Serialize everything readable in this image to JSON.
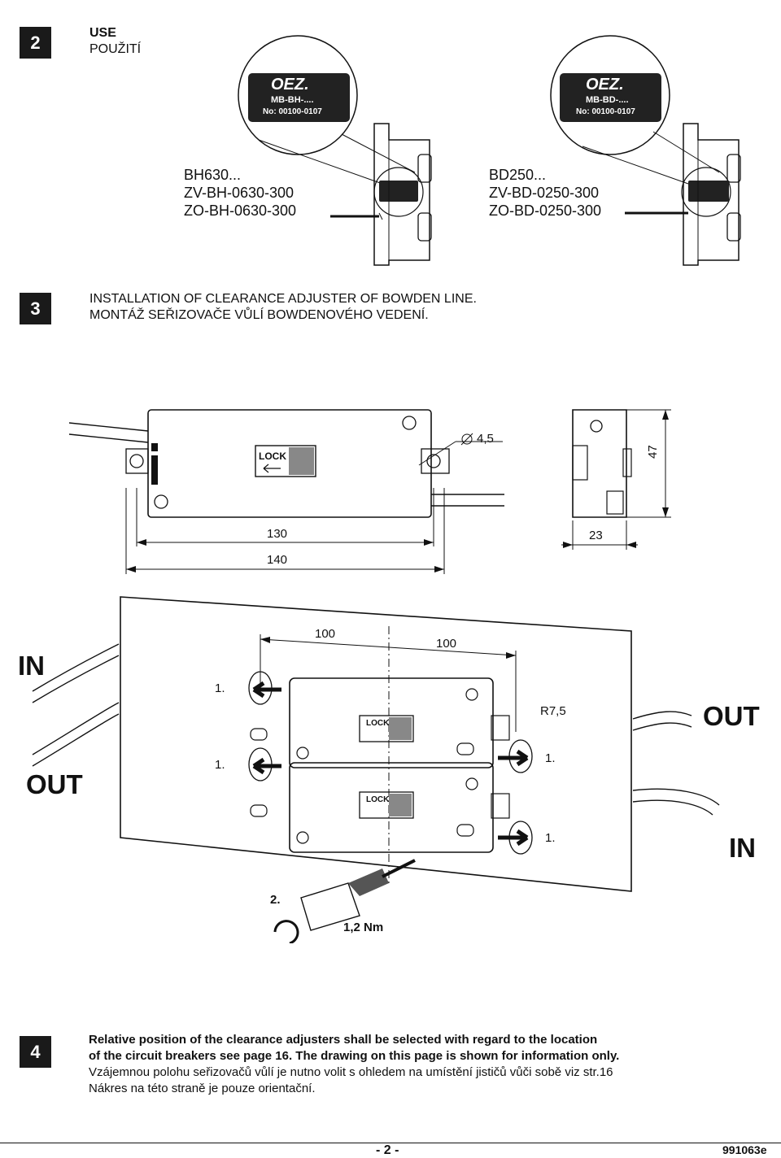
{
  "sections": {
    "s2": {
      "number": "2",
      "title_en": "USE",
      "title_cz": "POUŽITÍ",
      "left_models": [
        "BH630...",
        "ZV-BH-0630-300",
        "ZO-BH-0630-300"
      ],
      "right_models": [
        "BD250...",
        "ZV-BD-0250-300",
        "ZO-BD-0250-300"
      ],
      "label_left": {
        "brand": "OEZ.",
        "model": "MB-BH-....",
        "serial": "No: 00100-0107"
      },
      "label_right": {
        "brand": "OEZ.",
        "model": "MB-BD-....",
        "serial": "No: 00100-0107"
      }
    },
    "s3": {
      "number": "3",
      "title_en": "INSTALLATION OF CLEARANCE ADJUSTER OF BOWDEN LINE.",
      "title_cz": "MONTÁŽ SEŘIZOVAČE VŮLÍ BOWDENOVÉHO VEDENÍ.",
      "lock_text": "LOCK",
      "dims": {
        "d_hole": "4,5",
        "w130": "130",
        "w140": "140",
        "h47": "47",
        "d23": "23",
        "d100a": "100",
        "d100b": "100",
        "r75": "R7,5"
      },
      "step1": "1.",
      "step2": "2.",
      "torque": "1,2 Nm",
      "in_label": "IN",
      "out_label": "OUT"
    },
    "s4": {
      "number": "4",
      "line1": "Relative position of the clearance adjusters shall be selected with regard to the location",
      "line2": "of the circuit breakers see page 16. The drawing on this page is shown for information only.",
      "line3": "Vzájemnou polohu seřizovačů vůlí je nutno volit s ohledem na umístění jističů vůči sobě viz str.16",
      "line4": "Nákres na této straně je pouze orientační."
    }
  },
  "footer": {
    "page": "- 2 -",
    "doc_code": "991063e"
  }
}
